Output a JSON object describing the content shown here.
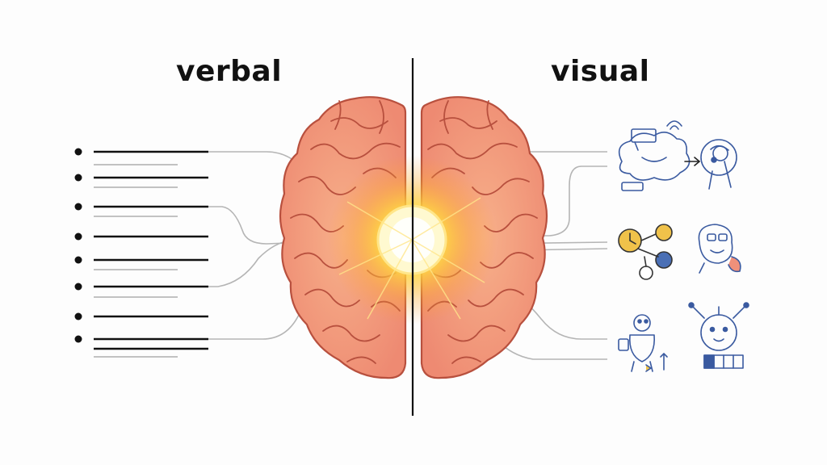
{
  "headings": {
    "left": "verbal",
    "right": "visual"
  },
  "colors": {
    "brain_fill": "#f0907a",
    "brain_stroke": "#b8503e",
    "glow": "#ffd640",
    "connector": "#b5b5b5",
    "divider": "#111111",
    "bullet": "#111111",
    "icon_blue": "#4a6fb5",
    "icon_yellow": "#f0c24a"
  },
  "bullet_list": {
    "count": 8
  },
  "icons": [
    {
      "name": "computer-cloud-icon"
    },
    {
      "name": "arrow-right-icon"
    },
    {
      "name": "magnifier-illustration-icon"
    },
    {
      "name": "clock-molecule-icon"
    },
    {
      "name": "cartoon-face-icon"
    },
    {
      "name": "robot-character-icon"
    },
    {
      "name": "antenna-creature-icon"
    }
  ]
}
